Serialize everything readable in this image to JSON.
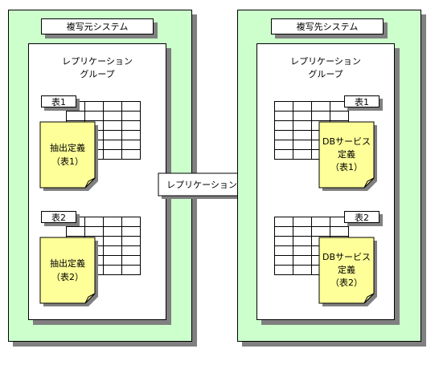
{
  "source_system": {
    "title": "複写元システム",
    "group_title_line1": "レプリケーション",
    "group_title_line2": "グループ",
    "tables": [
      {
        "label": "表1",
        "definition_line1": "抽出定義",
        "definition_line2": "（表1）"
      },
      {
        "label": "表2",
        "definition_line1": "抽出定義",
        "definition_line2": "（表2）"
      }
    ]
  },
  "target_system": {
    "title": "複写先システム",
    "group_title_line1": "レプリケーション",
    "group_title_line2": "グループ",
    "tables": [
      {
        "label": "表1",
        "definition_line1": "DBサービス",
        "definition_line2": "定義",
        "definition_line3": "（表1）"
      },
      {
        "label": "表2",
        "definition_line1": "DBサービス",
        "definition_line2": "定義",
        "definition_line3": "（表2）"
      }
    ]
  },
  "arrow": {
    "label": "レプリケーション"
  },
  "colors": {
    "system_bg": "#ccffcc",
    "note_bg": "#ffff99",
    "shadow": "#808080"
  }
}
